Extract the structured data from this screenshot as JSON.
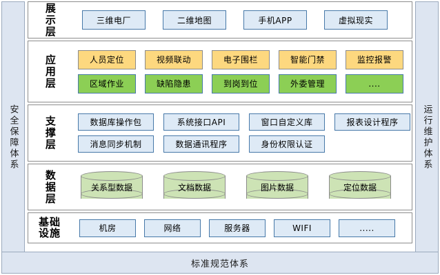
{
  "diagram": {
    "left_rail": {
      "label": "安全保障体系"
    },
    "right_rail": {
      "label": "运行维护体系"
    },
    "footer": {
      "label": "标准规范体系"
    },
    "layers": [
      {
        "id": "display",
        "label": "展示层",
        "style": "blue",
        "rows": [
          {
            "items": [
              {
                "label": "三维电厂"
              },
              {
                "label": "二维地图"
              },
              {
                "label": "手机APP"
              },
              {
                "label": "虚拟现实"
              }
            ]
          }
        ]
      },
      {
        "id": "application",
        "label": "应用层",
        "rows": [
          {
            "style": "yellow",
            "items": [
              {
                "label": "人员定位"
              },
              {
                "label": "视频联动"
              },
              {
                "label": "电子围栏"
              },
              {
                "label": "智能门禁"
              },
              {
                "label": "监控报警"
              }
            ]
          },
          {
            "style": "green",
            "items": [
              {
                "label": "区域作业"
              },
              {
                "label": "缺陷隐患"
              },
              {
                "label": "到岗到位"
              },
              {
                "label": "外委管理"
              },
              {
                "label": "...."
              }
            ]
          }
        ]
      },
      {
        "id": "support",
        "label": "支撑层",
        "style": "blue",
        "rows": [
          {
            "items": [
              {
                "label": "数据库操作包"
              },
              {
                "label": "系统接口API"
              },
              {
                "label": "窗口自定义库"
              },
              {
                "label": "报表设计程序"
              }
            ]
          },
          {
            "items": [
              {
                "label": "消息同步机制"
              },
              {
                "label": "数据通讯程序"
              },
              {
                "label": "身份权限认证"
              }
            ]
          }
        ]
      },
      {
        "id": "data",
        "label": "数据层",
        "style": "cylinder",
        "rows": [
          {
            "items": [
              {
                "label": "关系型数据"
              },
              {
                "label": "文档数据"
              },
              {
                "label": "图片数据"
              },
              {
                "label": "定位数据"
              }
            ]
          }
        ]
      },
      {
        "id": "infrastructure",
        "label": "基础设施",
        "label_lines": [
          "基础",
          "设施"
        ],
        "style": "blue",
        "rows": [
          {
            "items": [
              {
                "label": "机房"
              },
              {
                "label": "网络"
              },
              {
                "label": "服务器"
              },
              {
                "label": "WIFI"
              },
              {
                "label": "....."
              }
            ]
          }
        ]
      }
    ],
    "colors": {
      "rail_fill": "#dde5f1",
      "rail_border": "#9aa9bd",
      "blue_fill": "#deeaf6",
      "blue_border": "#4678a8",
      "yellow_fill": "#fdd87f",
      "yellow_border": "#8a8a8a",
      "green_fill": "#8ccf55",
      "green_border": "#4678a8",
      "cylinder_fill": "#cde3b5",
      "cylinder_border": "#8a8a8a",
      "panel_border": "#8c8c8c"
    }
  }
}
